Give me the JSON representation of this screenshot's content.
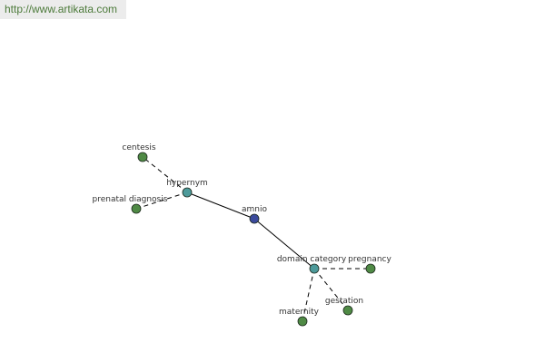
{
  "source_url": "http://www.artikata.com",
  "colors": {
    "center_node": "#3b4a9c",
    "relation_node": "#4d9a9a",
    "leaf_node": "#4f8a45",
    "node_stroke": "#1e2a1e",
    "solid_edge": "#000000",
    "dashed_edge": "#000000",
    "label_text": "#333333",
    "url_text": "#4c7a3a",
    "url_background": "#ececec"
  },
  "nodes": {
    "amnio": {
      "label": "amnio",
      "kind": "center"
    },
    "hypernym": {
      "label": "hypernym",
      "kind": "relation"
    },
    "domain_category": {
      "label": "domain category",
      "kind": "relation"
    },
    "centesis": {
      "label": "centesis",
      "kind": "leaf"
    },
    "prenatal_diagnosis": {
      "label": "prenatal diagnosis",
      "kind": "leaf"
    },
    "pregnancy": {
      "label": "pregnancy",
      "kind": "leaf"
    },
    "gestation": {
      "label": "gestation",
      "kind": "leaf"
    },
    "maternity": {
      "label": "maternity",
      "kind": "leaf"
    }
  },
  "edges": [
    {
      "from": "amnio",
      "to": "hypernym",
      "style": "solid"
    },
    {
      "from": "amnio",
      "to": "domain_category",
      "style": "solid"
    },
    {
      "from": "hypernym",
      "to": "centesis",
      "style": "dashed"
    },
    {
      "from": "hypernym",
      "to": "prenatal_diagnosis",
      "style": "dashed"
    },
    {
      "from": "domain_category",
      "to": "pregnancy",
      "style": "dashed"
    },
    {
      "from": "domain_category",
      "to": "gestation",
      "style": "dashed"
    },
    {
      "from": "domain_category",
      "to": "maternity",
      "style": "dashed"
    }
  ]
}
